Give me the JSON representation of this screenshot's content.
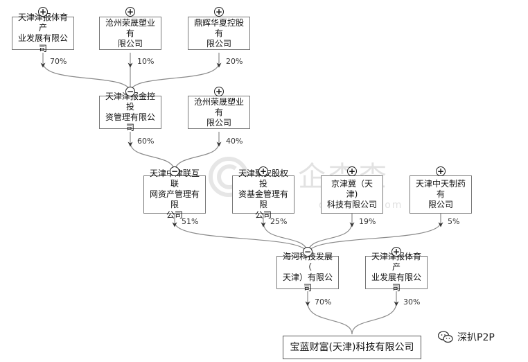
{
  "nodes": {
    "n1": "天津津报体育产\n业发展有限公司",
    "n2": "沧州荣晟塑业有\n限公司",
    "n3": "鼎辉华夏控股有\n限公司",
    "n4": "天津津报金控投\n资管理有限公司",
    "n5": "沧州荣晟塑业有\n限公司",
    "n6": "天津中津联互联\n网资产管理有限\n公司",
    "n7": "天津聚安股权投\n资基金管理有限\n公司",
    "n8": "京津冀（天津)\n科技有限公司",
    "n9": "天津中天制药有\n限公司",
    "n10": "海河科技发展（\n天津）有限公司",
    "n11": "天津津报体育产\n业发展有限公司",
    "n12": "宝蓝财富(天津)科技有限公司"
  },
  "percentages": {
    "p1": "70%",
    "p2": "10%",
    "p3": "20%",
    "p4": "60%",
    "p5": "40%",
    "p6": "51%",
    "p7": "25%",
    "p8": "19%",
    "p9": "5%",
    "p10": "70%",
    "p11": "30%"
  },
  "toggles": {
    "plus": "+",
    "minus": "−"
  },
  "watermark": {
    "title": "企查查",
    "domain": "qichacha.com"
  },
  "badge": {
    "label": "深扒P2P",
    "icon": "wechat-icon"
  },
  "colors": {
    "line": "#8a8a8a",
    "border": "#777777",
    "watermark": "#e2e2e2"
  }
}
